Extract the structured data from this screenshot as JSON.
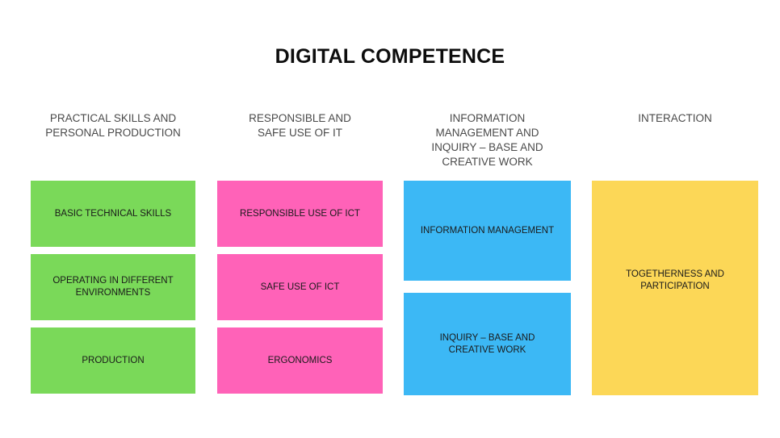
{
  "slide": {
    "title": "DIGITAL COMPETENCE",
    "background": "#ffffff",
    "title_color": "#0d0d0d",
    "header_color": "#4a4a4a",
    "box_text_color": "#1a1a1a"
  },
  "columns": [
    {
      "header": "PRACTICAL SKILLS AND\nPERSONAL PRODUCTION",
      "color": "#7ad959",
      "boxes": [
        {
          "label": "BASIC TECHNICAL SKILLS"
        },
        {
          "label": "OPERATING IN DIFFERENT\nENVIRONMENTS"
        },
        {
          "label": "PRODUCTION"
        }
      ]
    },
    {
      "header": "RESPONSIBLE AND\nSAFE USE OF IT",
      "color": "#ff62b8",
      "boxes": [
        {
          "label": "RESPONSIBLE USE OF ICT"
        },
        {
          "label": "SAFE USE OF ICT"
        },
        {
          "label": "ERGONOMICS"
        }
      ]
    },
    {
      "header": "INFORMATION\nMANAGEMENT AND\nINQUIRY – BASE AND\nCREATIVE WORK",
      "color": "#3cb8f5",
      "boxes": [
        {
          "label": "INFORMATION MANAGEMENT"
        },
        {
          "label": "INQUIRY – BASE AND\nCREATIVE WORK"
        }
      ]
    },
    {
      "header": "INTERACTION",
      "color": "#fcd757",
      "boxes": [
        {
          "label": "TOGETHERNESS AND\nPARTICIPATION"
        }
      ]
    }
  ]
}
